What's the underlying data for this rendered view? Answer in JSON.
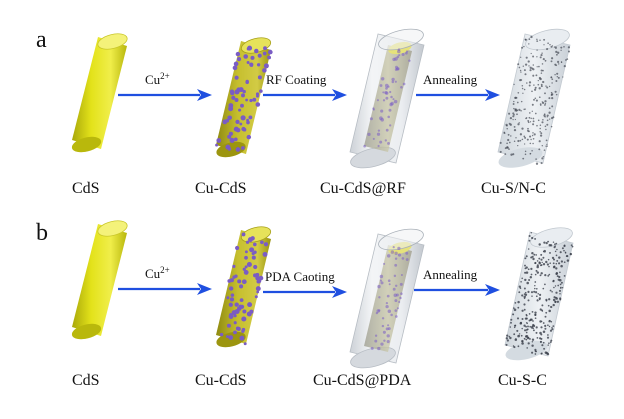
{
  "panels": [
    {
      "label": "a",
      "stages": [
        "CdS",
        "Cu-CdS",
        "Cu-CdS@RF",
        "Cu-S/N-C"
      ],
      "steps": [
        {
          "text": "Cu",
          "sup": "2+"
        },
        {
          "text": "RF Coating",
          "sup": ""
        },
        {
          "text": "Annealing",
          "sup": ""
        }
      ]
    },
    {
      "label": "b",
      "stages": [
        "CdS",
        "Cu-CdS",
        "Cu-CdS@PDA",
        "Cu-S-C"
      ],
      "steps": [
        {
          "text": "Cu",
          "sup": "2+"
        },
        {
          "text": "PDA Caoting",
          "sup": ""
        },
        {
          "text": "Annealing",
          "sup": ""
        }
      ]
    }
  ],
  "colors": {
    "rod": "#d9d90f",
    "rod_top": "#f4f27a",
    "cu_dot": "#7a5cc4",
    "arrow": "#1f4fe0",
    "shell": "#d9dde2",
    "carbon_dot": "#3a3f4a"
  }
}
